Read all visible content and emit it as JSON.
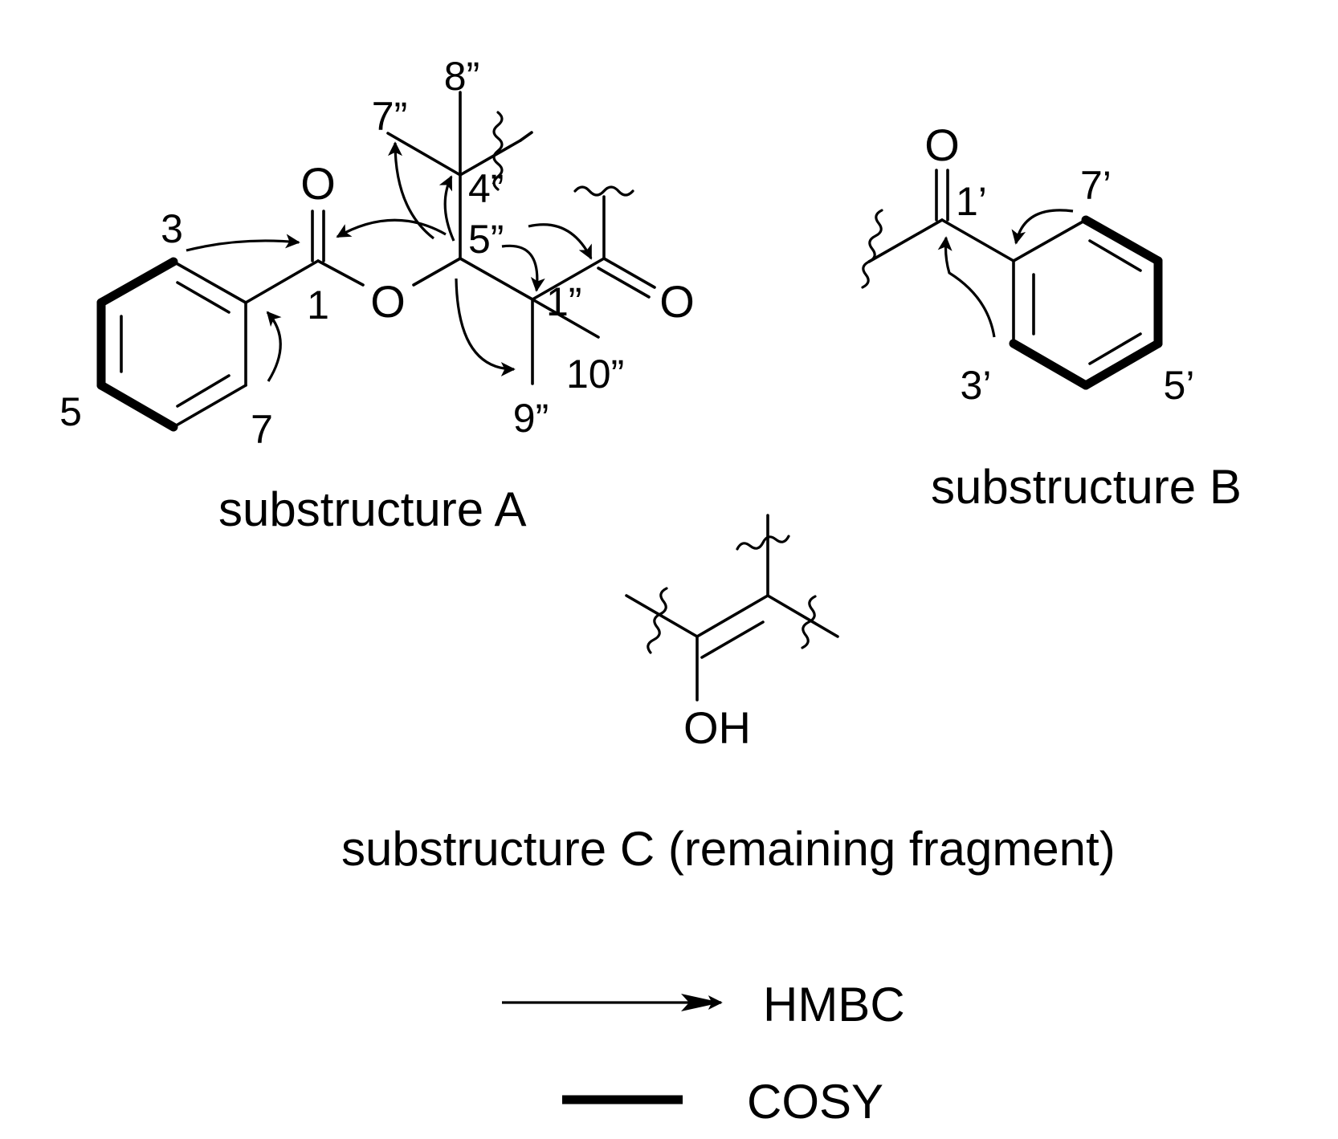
{
  "substructure_a": {
    "caption": "substructure A",
    "atoms": {
      "o_carbonyl": "O",
      "o_ester": "O",
      "o_ketone": "O"
    },
    "numbers": {
      "n1": "1",
      "n3": "3",
      "n5": "5",
      "n7": "7",
      "n4pp": "4”",
      "n5pp": "5”",
      "n1pp": "1”",
      "n7pp": "7”",
      "n8pp": "8”",
      "n9pp": "9”",
      "n10pp": "10”"
    }
  },
  "substructure_b": {
    "caption": "substructure B",
    "atoms": {
      "o_carbonyl": "O"
    },
    "numbers": {
      "n1p": "1’",
      "n3p": "3’",
      "n5p": "5’",
      "n7p": "7’"
    }
  },
  "substructure_c": {
    "caption": "substructure C (remaining fragment)",
    "atoms": {
      "oh": "OH"
    }
  },
  "legend": {
    "hmbc": "HMBC",
    "cosy": "COSY"
  }
}
